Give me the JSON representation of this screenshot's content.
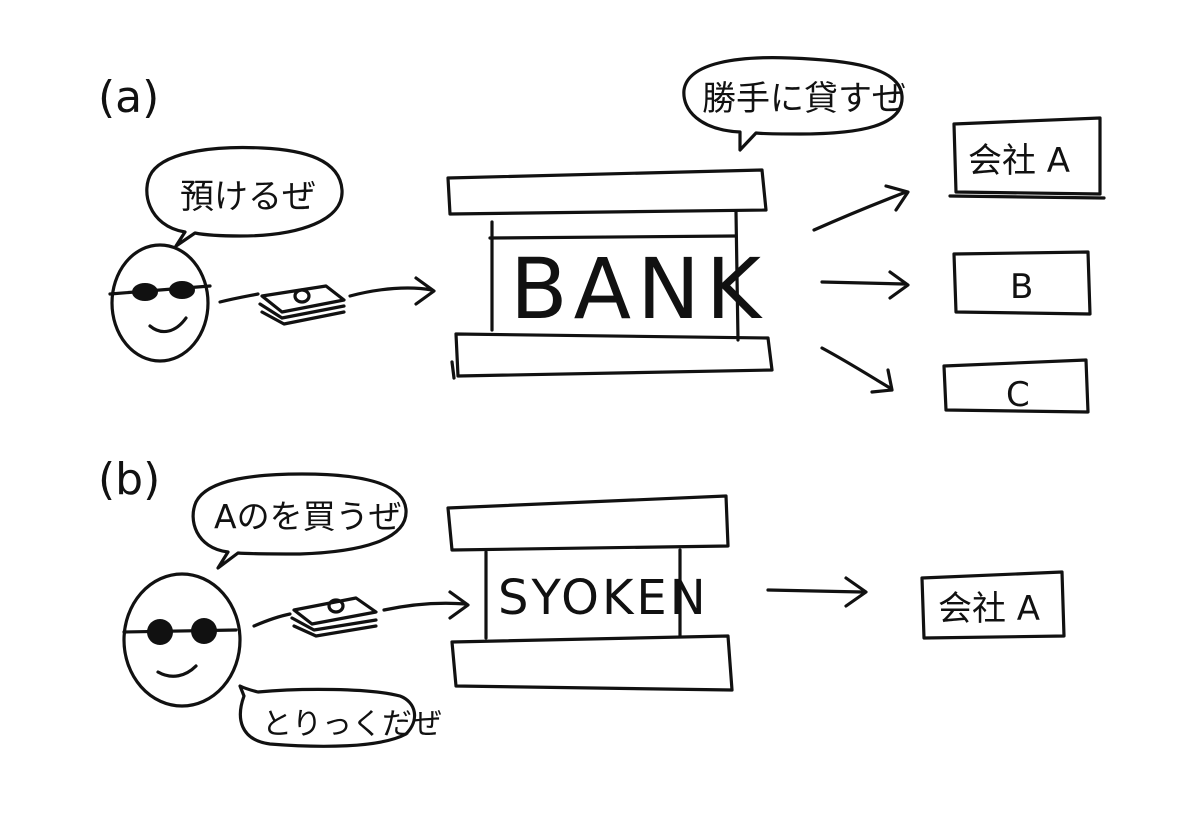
{
  "colors": {
    "ink": "#111111",
    "paper": "#ffffff"
  },
  "section_a": {
    "label": "(a)",
    "depositor_speech": "預けるぜ",
    "bank_speech": "勝手に貸すぜ",
    "bank_label": "BANK",
    "companies": [
      "会社 A",
      "B",
      "C"
    ]
  },
  "section_b": {
    "label": "(b)",
    "buyer_speech": "Aのを買うぜ",
    "risk_speech": "とりっくだぜ",
    "broker_label": "SYOKEN",
    "company": "会社 A"
  },
  "icons": {
    "person": "sunglasses-face-icon",
    "money": "banknote-stack-icon",
    "arrow": "arrow-right-icon"
  }
}
